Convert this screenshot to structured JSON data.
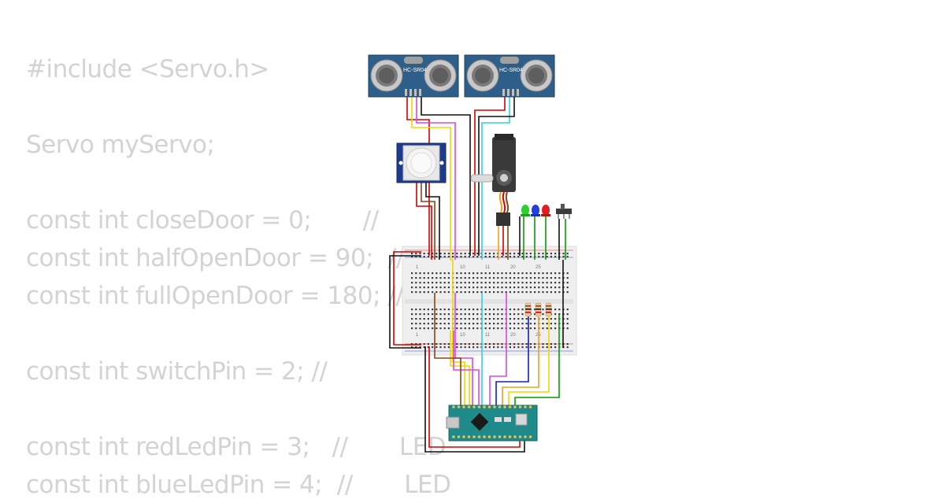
{
  "code_lines": [
    "#include <Servo.h>",
    "",
    "Servo myServo;",
    "",
    "const int closeDoor = 0;       //",
    "const int halfOpenDoor = 90;  //",
    "const int fullOpenDoor = 180; //",
    "",
    "const int switchPin = 2; //",
    "",
    "const int redLedPin = 3;   //       LED",
    "const int blueLedPin = 4;  //       LED"
  ],
  "components": {
    "ultrasonic_left": {
      "label": "HC-SR04"
    },
    "ultrasonic_right": {
      "label": "HC-SR04"
    },
    "breadboard_numbers": [
      "1",
      "10",
      "11",
      "20",
      "25"
    ]
  },
  "colors": {
    "code_text": "#d3d3d3",
    "sensor_board": "#2e5f8a",
    "arduino_board": "#1e8a8a",
    "breadboard": "#efefef",
    "wire_red": "#d60000",
    "wire_black": "#111111",
    "wire_yellow": "#f2d600",
    "wire_magenta": "#d44be0",
    "wire_cyan": "#2fd0e0",
    "wire_green": "#0a9a0a",
    "wire_blue": "#1020c0",
    "wire_orange": "#f0a020",
    "wire_brown": "#8b4513"
  }
}
